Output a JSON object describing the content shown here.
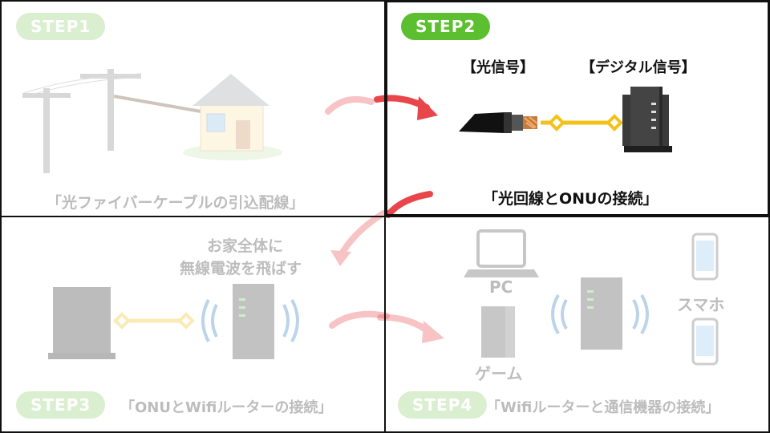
{
  "steps": [
    {
      "badge": "STEP1",
      "caption": "「光ファイバーケーブルの引込配線」"
    },
    {
      "badge": "STEP2",
      "caption": "「光回線とONUの接続」",
      "label_optical": "【光信号】",
      "label_digital": "【デジタル信号】"
    },
    {
      "badge": "STEP3",
      "caption": "「ONUとWifiルーターの接続」",
      "note_line1": "お家全体に",
      "note_line2": "無線電波を飛ばす"
    },
    {
      "badge": "STEP4",
      "caption": "「Wifiルーターと通信機器の接続」",
      "label_pc": "PC",
      "label_game": "ゲーム",
      "label_smartphone": "スマホ"
    }
  ],
  "colors": {
    "step_badge": "#5bbf2f",
    "arrow": "#e8464b",
    "signal_line": "#f2c21b",
    "border": "#111111"
  }
}
